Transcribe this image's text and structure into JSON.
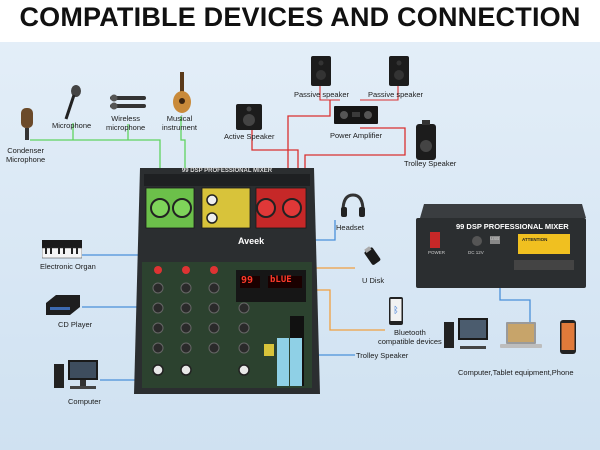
{
  "title": "COMPATIBLE DEVICES AND CONNECTION",
  "colors": {
    "green_wire": "#5fd35f",
    "blue_wire": "#4a90d9",
    "red_wire": "#d93030",
    "orange_wire": "#f0a040",
    "mixer_body": "#2b2e30",
    "panel_green": "#6cc04a",
    "panel_red": "#c62828",
    "panel_yellow": "#d8c33a"
  },
  "devices": {
    "passive_speaker_left": "Passive speaker",
    "passive_speaker_right": "Passive speaker",
    "wireless_microphone": "Wireless\nmicrophone",
    "microphone": "Microphone",
    "musical_instrument": "Musical\ninstrument",
    "condenser_microphone": "Condenser\nMicrophone",
    "active_speaker": "Active Speaker",
    "power_amplifier": "Power Amplifier",
    "trolley_speaker_top": "Trolley Speaker",
    "headset": "Headset",
    "electronic_organ": "Electronic Organ",
    "u_disk": "U Disk",
    "cd_player": "CD Player",
    "bluetooth_devices": "Bluetooth\ncompatible devices",
    "trolley_speaker_bottom": "Trolley Speaker",
    "computer": "Computer",
    "computer_tablet_phone": "Computer,Tablet equipment,Phone"
  },
  "mixer": {
    "top_label": "99 DSP PROFESSIONAL MIXER",
    "brand": "Aveek",
    "display": "99",
    "display_text": "bLUE",
    "side_label": "99 DSP PROFESSIONAL MIXER",
    "power_label": "POWER",
    "dc_label": "DC 12V",
    "usb_label": "USB",
    "attention": "ATTENTION"
  },
  "icons": {
    "bluetooth": "bluetooth-icon",
    "headset": "headset-icon",
    "usb": "usb-drive-icon"
  }
}
